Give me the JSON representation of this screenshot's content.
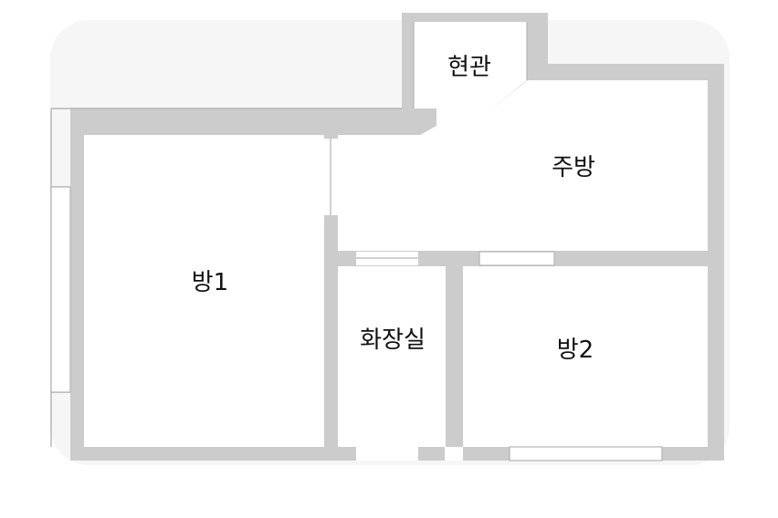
{
  "floor_plan": {
    "rooms": [
      {
        "id": "entrance",
        "label": "현관"
      },
      {
        "id": "kitchen",
        "label": "주방"
      },
      {
        "id": "room1",
        "label": "방1"
      },
      {
        "id": "bathroom",
        "label": "화장실"
      },
      {
        "id": "room2",
        "label": "방2"
      }
    ]
  }
}
